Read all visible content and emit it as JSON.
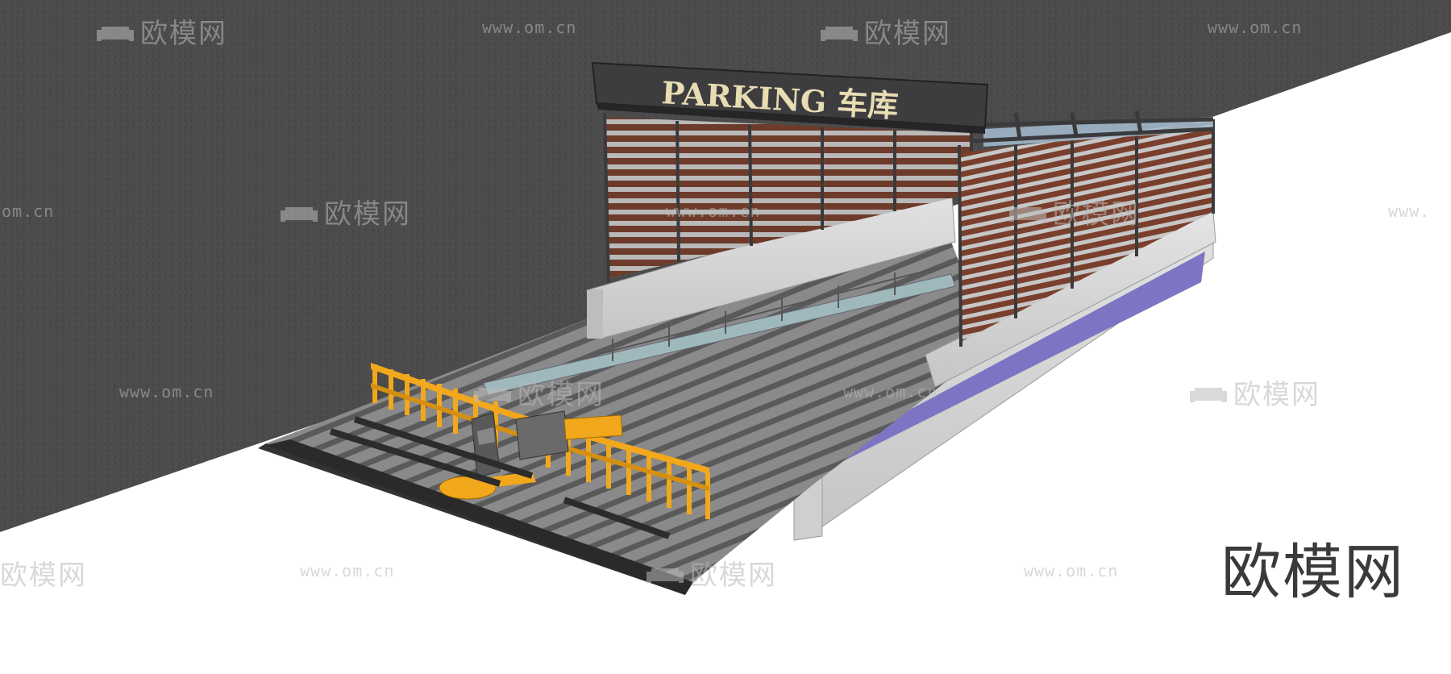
{
  "sign": {
    "text": "PARKING 车库"
  },
  "watermark": {
    "brand": "欧模网",
    "url": "www.om.cn",
    "url_partial": "om.cn",
    "url_partial_right": "www."
  },
  "logo": {
    "text": "欧模网"
  },
  "colors": {
    "asphalt": "#4a4a4a",
    "wood_slat": "#6b3a2a",
    "steel_frame": "#3a3a3c",
    "barrier_yellow": "#f2a81c",
    "stone_wall": "#d0d0d0",
    "purple_band": "#7a74c0"
  }
}
